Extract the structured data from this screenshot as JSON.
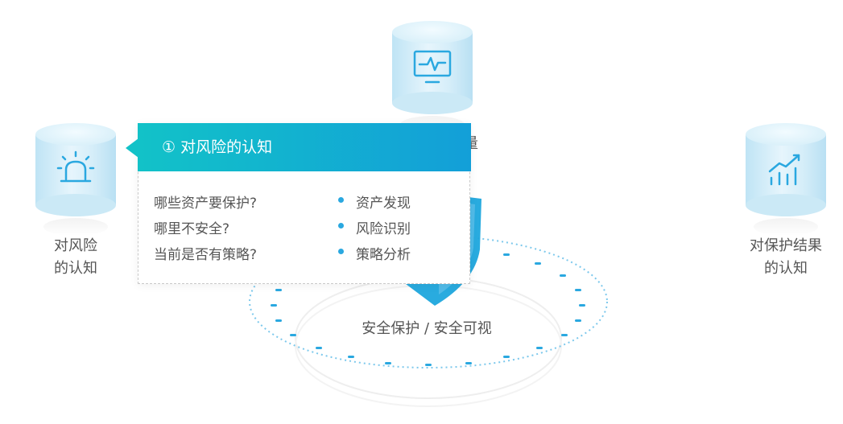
{
  "left": {
    "label_line1": "对风险",
    "label_line2": "的认知",
    "icon": "siren-icon"
  },
  "top": {
    "icon": "monitor-pulse-icon",
    "partial_label": "量"
  },
  "right": {
    "label_line1": "对保护结果",
    "label_line2": "的认知",
    "icon": "growth-chart-icon"
  },
  "popup": {
    "title": "① 对风险的认知",
    "questions": [
      "哪些资产要保护?",
      "哪里不安全?",
      "当前是否有策略?"
    ],
    "items": [
      "资产发现",
      "风险识别",
      "策略分析"
    ]
  },
  "center": {
    "caption": "安全保护 / 安全可视",
    "icon": "shield-icon"
  },
  "colors": {
    "accent": "#139fd8",
    "teal": "#12c2c8",
    "dot": "#2aa8e0"
  }
}
